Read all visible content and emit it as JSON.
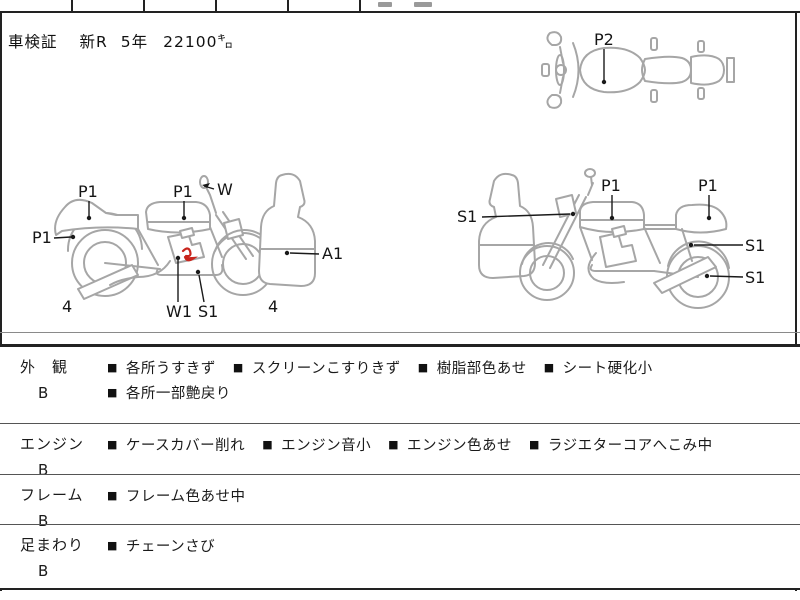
{
  "header": {
    "doc_label": "車検証",
    "registration": "新R",
    "year": "5年",
    "odometer": "22100㌔"
  },
  "bullet": "■",
  "diagrams": {
    "top_view": {
      "tank_label": "P2"
    },
    "left_view": {
      "tail_label": "P1",
      "tank_label": "P1",
      "mirror_label": "W",
      "rear_fender_label": "P1",
      "cowl_label": "A1",
      "engine_w_label": "W1",
      "engine_s_label": "S1",
      "rear_wheel_grade": "4",
      "front_wheel_grade": "4"
    },
    "right_view": {
      "front_label": "S1",
      "tank_label": "P1",
      "seat_label": "P1",
      "shock_label": "S1",
      "muffler_label": "S1"
    }
  },
  "sections": [
    {
      "label": "外　観",
      "grade": "B",
      "items": [
        "各所うすきず",
        "スクリーンこすりきず",
        "樹脂部色あせ",
        "シート硬化小",
        "各所一部艶戻り"
      ]
    },
    {
      "label": "エンジン",
      "grade": "B",
      "items": [
        "ケースカバー削れ",
        "エンジン音小",
        "エンジン色あせ",
        "ラジエターコアへこみ中"
      ]
    },
    {
      "label": "フレーム",
      "grade": "B",
      "items": [
        "フレーム色あせ中"
      ]
    },
    {
      "label": "足まわり",
      "grade": "B",
      "items": [
        "チェーンさび"
      ]
    }
  ],
  "colors": {
    "line_art": "#a6a6a6",
    "label_text": "#151515",
    "red_mark": "#c8251d",
    "border": "#222222"
  }
}
